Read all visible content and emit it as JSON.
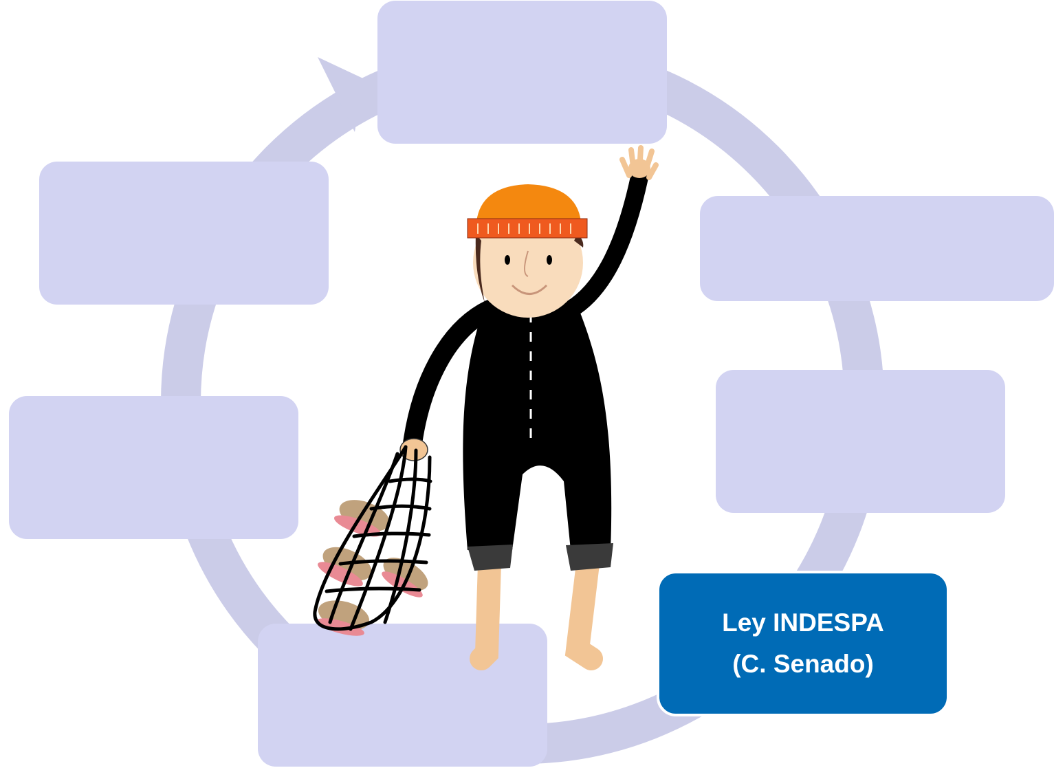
{
  "diagram": {
    "colors": {
      "ring": "#cbcce8",
      "box_fill": "#d2d3f2",
      "active_fill": "#006bb6",
      "active_text": "#ffffff"
    },
    "boxes": [
      {
        "id": "top",
        "label": ""
      },
      {
        "id": "right-upper",
        "label": ""
      },
      {
        "id": "right-lower",
        "label": ""
      },
      {
        "id": "active",
        "label_line1": "Ley INDESPA",
        "label_line2": "(C. Senado)"
      },
      {
        "id": "bottom",
        "label": ""
      },
      {
        "id": "left-lower",
        "label": ""
      },
      {
        "id": "left-upper",
        "label": ""
      }
    ],
    "illustration": {
      "subject": "fisherman-with-net",
      "hat_color": "#f4880f",
      "hat_band_color": "#ef5a1f",
      "suit_color": "#000000",
      "skin_color": "#f9dcbc"
    }
  }
}
